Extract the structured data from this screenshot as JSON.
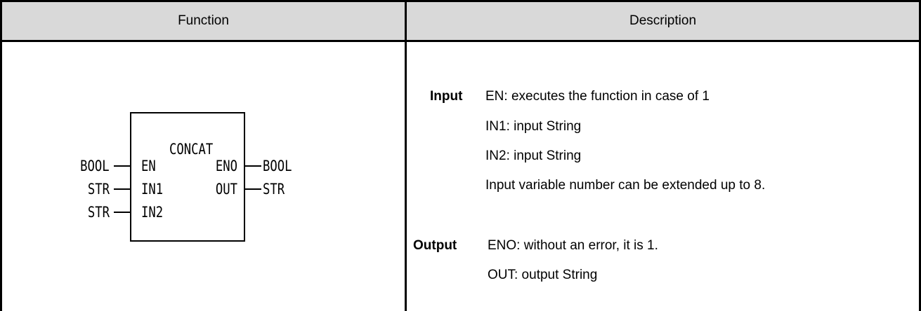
{
  "header": {
    "function_label": "Function",
    "description_label": "Description"
  },
  "function_block": {
    "name": "CONCAT",
    "inputs": [
      {
        "pin": "EN",
        "type": "BOOL"
      },
      {
        "pin": "IN1",
        "type": "STR"
      },
      {
        "pin": "IN2",
        "type": "STR"
      }
    ],
    "outputs": [
      {
        "pin": "ENO",
        "type": "BOOL"
      },
      {
        "pin": "OUT",
        "type": "STR"
      }
    ]
  },
  "description": {
    "input_label": "Input",
    "input_lines": [
      "EN: executes the function in case of 1",
      "IN1: input String",
      "IN2: input String",
      "Input variable number can be extended up to 8."
    ],
    "output_label": "Output",
    "output_lines": [
      "ENO: without an error, it is 1.",
      "OUT: output String"
    ]
  }
}
